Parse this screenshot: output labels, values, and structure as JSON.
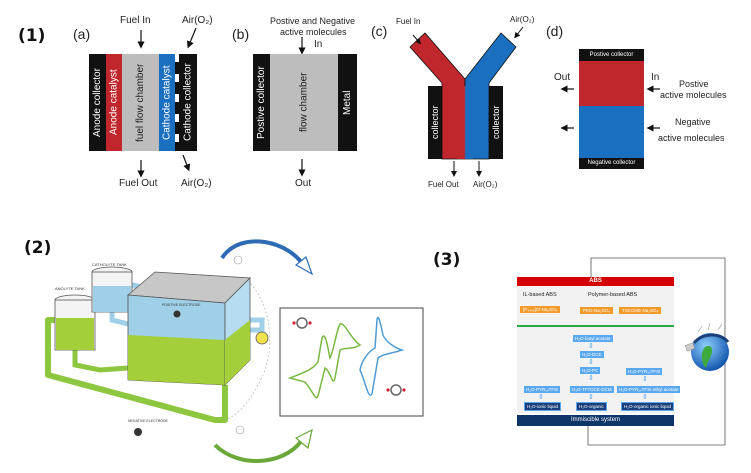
{
  "sections": {
    "s1": "(1)",
    "s2": "(2)",
    "s3": "(3)"
  },
  "panel_a": {
    "letter": "(a)",
    "fuel_in": "Fuel In",
    "air_in": "Air(O₂)",
    "fuel_out": "Fuel Out",
    "air_out": "Air(O₂)",
    "layers": [
      "Anode collector",
      "Anode catalyst",
      "fuel flow chamber",
      "Cathode catalyst",
      "Cathode collector"
    ]
  },
  "panel_b": {
    "letter": "(b)",
    "top_label_1": "Postive and Negative",
    "top_label_2": "active molecules",
    "in": "In",
    "out": "Out",
    "layers": [
      "Postive collector",
      "flow chamber",
      "Metal"
    ]
  },
  "panel_c": {
    "letter": "(c)",
    "fuel_in": "Fuel In",
    "air_in": "Air(O₂)",
    "fuel_out": "Fuel Out",
    "air_out": "Air(O₂)",
    "left_collector": "collector",
    "right_collector": "collector"
  },
  "panel_d": {
    "letter": "(d)",
    "top_collector": "Postive collector",
    "bottom_collector": "Negative collector",
    "out": "Out",
    "in": "In",
    "pos_1": "Postive",
    "pos_2": "active molecules",
    "neg_1": "Negative",
    "neg_2": "active molecules"
  },
  "illustration": {
    "catholyte_tank": "CATHOLYTE TANK",
    "anolyte_tank": "ANOLYTE TANK",
    "positive_electrode": "POSITIVE ELECTRODE",
    "negative_electrode": "NEGATIVE ELECTRODE",
    "electron": "e"
  },
  "abs_chart": {
    "header": "ABS",
    "col1_title": "IL-based ABS",
    "col2_title": "Polymer-based ABS",
    "col1_tag": "[P₄₄₄₄]Cl-Na₂SO₄",
    "col2_tag1": "PEG-Na₂SO₄",
    "col2_tag2": "TSCCME-Na₂SO₄",
    "col1_items": [
      "H₂O-PYR₁₄TFSI",
      "H₂O-ionic liquid"
    ],
    "col2_items": [
      "H₂O-butyl acetate",
      "H₂O-DCE",
      "H₂O-PC",
      "H₂O-TFTOCE-DCM",
      "H₂O-organic"
    ],
    "col3_items": [
      "H₂O-PYR₁₄TFSI",
      "H₂O-PYR₁₄TFSI-ethyl acetate",
      "H₂O-organic ionic liquid"
    ],
    "footer": "Immiscible system"
  },
  "colors": {
    "red": "#c0272d",
    "blue": "#1b6fc0",
    "gray": "#bdbdbd",
    "black": "#111111",
    "green": "#8dc63f",
    "light_blue": "#9fd0e8",
    "orange": "#f39a2b",
    "navy": "#0e3668"
  }
}
